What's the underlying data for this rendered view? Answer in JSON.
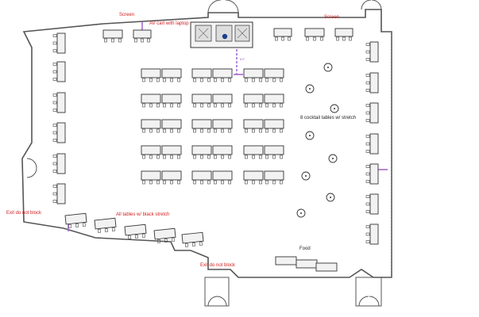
{
  "annotations": {
    "screen_left": "Screen",
    "screen_right": "Screen",
    "av_cart": "AV cart with laptop",
    "cocktail_tables": "8 cocktail tables w/ stretch",
    "exit_left": "Exit do not block",
    "all_tables": "All tables w/ black stretch",
    "exit_bottom": "Exit do not block",
    "food": "Food",
    "dim_label": "6'0\""
  },
  "colors": {
    "wall": "#555555",
    "table_fill": "#f2f2f2",
    "outline": "#333333",
    "note_red": "#d21e1e",
    "power_purple": "#a56bd0",
    "av_blue": "#1d3f8a"
  },
  "counts": {
    "round_tables_rows": 5,
    "round_tables_cols": 3,
    "cocktail_tables": 8
  }
}
